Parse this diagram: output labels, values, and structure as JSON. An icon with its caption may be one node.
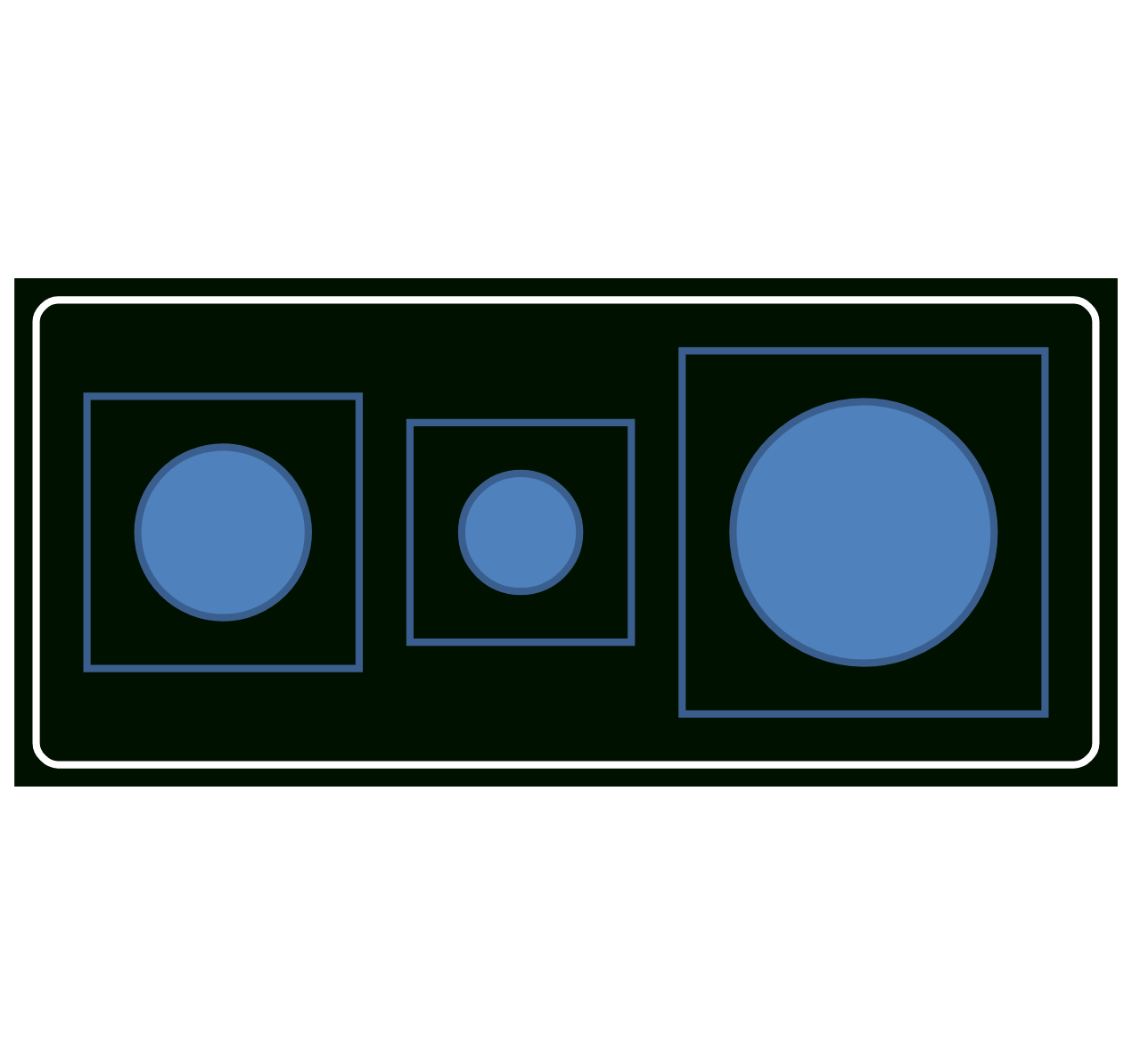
{
  "diagram": {
    "nodes": [
      {
        "text": [],
        "shape": "box"
      },
      {
        "text": [],
        "shape": "box",
        "in": 0
      },
      {
        "text": [],
        "shape": "circle",
        "in": 1
      },
      {
        "text": [],
        "shape": "box",
        "in": 0
      },
      {
        "text": [],
        "shape": "circle",
        "in": 3
      },
      {
        "text": [],
        "shape": "box",
        "in": 0
      },
      {
        "text": [],
        "shape": "circle",
        "in": 5
      }
    ]
  }
}
